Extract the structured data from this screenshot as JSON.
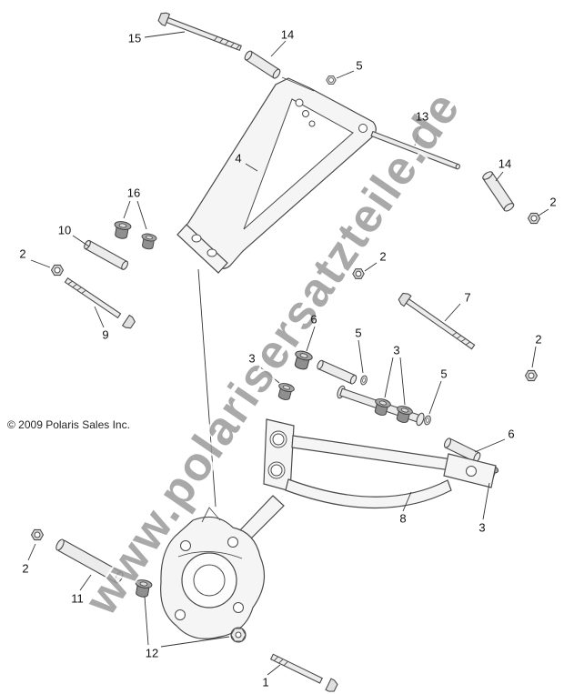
{
  "diagram": {
    "watermark": "www.polarisersatzteile.de",
    "copyright": "© 2009 Polaris Sales Inc."
  },
  "callouts": [
    {
      "label": "15"
    },
    {
      "label": "14"
    },
    {
      "label": "5"
    },
    {
      "label": "13"
    },
    {
      "label": "14"
    },
    {
      "label": "2"
    },
    {
      "label": "4"
    },
    {
      "label": "16"
    },
    {
      "label": "10"
    },
    {
      "label": "2"
    },
    {
      "label": "9"
    },
    {
      "label": "2"
    },
    {
      "label": "7"
    },
    {
      "label": "6"
    },
    {
      "label": "5"
    },
    {
      "label": "3"
    },
    {
      "label": "3"
    },
    {
      "label": "5"
    },
    {
      "label": "2"
    },
    {
      "label": "6"
    },
    {
      "label": "8"
    },
    {
      "label": "3"
    },
    {
      "label": "2"
    },
    {
      "label": "11"
    },
    {
      "label": "12"
    },
    {
      "label": "1"
    }
  ]
}
